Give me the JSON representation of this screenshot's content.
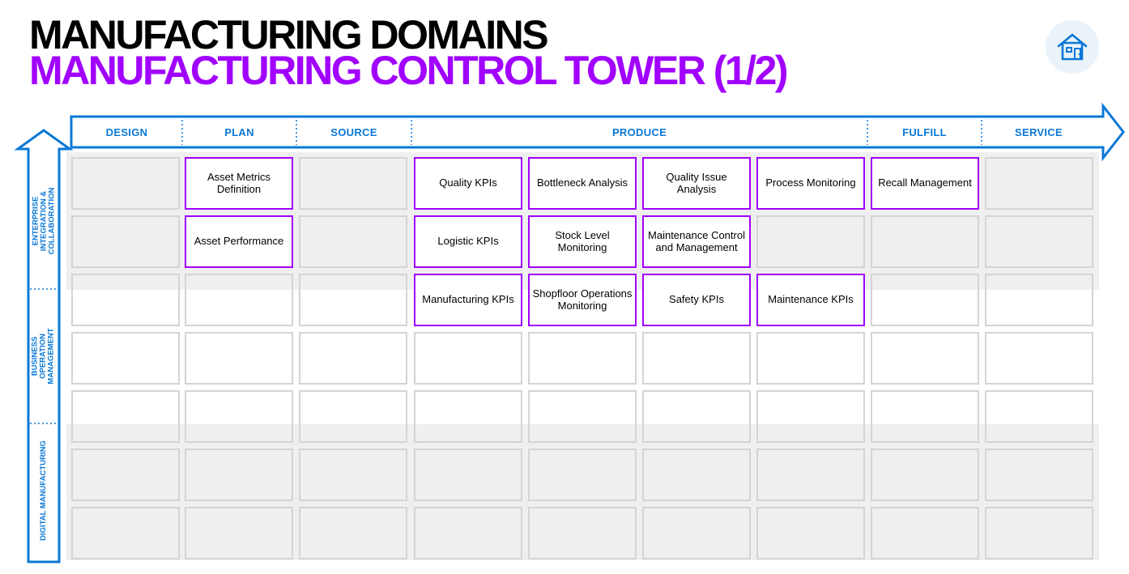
{
  "header": {
    "title": "MANUFACTURING DOMAINS",
    "subtitle": "MANUFACTURING CONTROL TOWER (1/2)"
  },
  "home_button": {
    "icon": "home-icon"
  },
  "colors": {
    "accent_purple": "#a100ff",
    "accent_blue": "#0a78d6",
    "band_gray": "#efefef",
    "cell_border": "#d4d4d4"
  },
  "phases": [
    "DESIGN",
    "PLAN",
    "SOURCE",
    "PRODUCE",
    "FULFILL",
    "SERVICE"
  ],
  "row_groups": [
    "ENTERPRISE INTEGRATION & COLLABORATION",
    "BUSINESS OPERATION MANAGEMENT",
    "DIGITAL MANUFACTURING"
  ],
  "grid": {
    "columns": [
      "DESIGN",
      "PLAN",
      "SOURCE",
      "PRODUCE",
      "PRODUCE",
      "PRODUCE",
      "PRODUCE",
      "FULFILL",
      "SERVICE"
    ],
    "rows": [
      [
        "",
        "Asset Metrics Definition",
        "",
        "Quality KPIs",
        "Bottleneck Analysis",
        "Quality Issue Analysis",
        "Process Monitoring",
        "Recall Management",
        ""
      ],
      [
        "",
        "Asset Performance",
        "",
        "Logistic KPIs",
        "Stock Level Monitoring",
        "Maintenance Control and Management",
        "",
        "",
        ""
      ],
      [
        "",
        "",
        "",
        "Manufacturing KPIs",
        "Shopfloor Operations Monitoring",
        "Safety KPIs",
        "Maintenance KPIs",
        "",
        ""
      ],
      [
        "",
        "",
        "",
        "",
        "",
        "",
        "",
        "",
        ""
      ],
      [
        "",
        "",
        "",
        "",
        "",
        "",
        "",
        "",
        ""
      ],
      [
        "",
        "",
        "",
        "",
        "",
        "",
        "",
        "",
        ""
      ],
      [
        "",
        "",
        "",
        "",
        "",
        "",
        "",
        "",
        ""
      ]
    ]
  }
}
